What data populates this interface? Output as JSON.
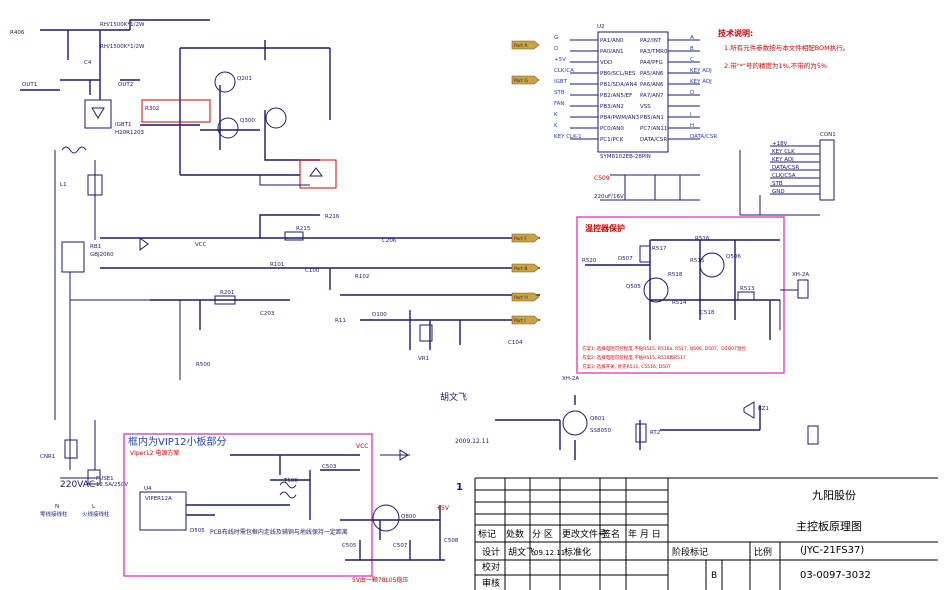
{
  "tech_note": {
    "title": "技术说明:",
    "line1": "1.所有元件参数按与本文件相配BOM执行。",
    "line2": "2.带\"*\"号的精度为1%,不带的为5%"
  },
  "title_block": {
    "company": "九阳股份",
    "drawing_name": "主控板原理图",
    "model": "(JYC-21FS37)",
    "drawing_no": "03-0097-3032",
    "headers": [
      "标记",
      "处数",
      "分 区",
      "更改文件号",
      "签名",
      "年 月 日"
    ],
    "row_design": "设计",
    "designer": "胡文飞",
    "design_date": "09.12.11",
    "standard": "标准化",
    "check": "校对",
    "review": "审核",
    "stage_mark": "阶段标记",
    "scale": "比例",
    "stage_value": "B"
  },
  "annotations": {
    "author": "胡文飞",
    "date": "2009.12.11",
    "temp_protect": "温控器保护",
    "vip12_box": "框内为VIP12小板部分",
    "vip12_sub": "VIper12 电源方案",
    "pcb_note": "PCB布线时需包框内走线及辅铜与地线保持一定距离",
    "v5_note": "5V由一颗78L05稳压",
    "ac_in": "220VAC",
    "page_num": "1",
    "thermal_text_a": "方案1: 选择电阻可控程度,不贴R515, R516a, R517, Q506, D507、D5Q07温控",
    "thermal_text_b": "方案2: 选择电阻可控程度,不贴R515, R516和R517",
    "thermal_text_c": "方案3: 选择开关, 优先R511, C5516, D507"
  },
  "mcu": {
    "ref": "U2",
    "part": "SYM8102EB-28PIN",
    "left_pins": [
      "PA1/AN0",
      "PA0/AN1",
      "VDD",
      "PB0/SCL/RES",
      "PB1/SDA/AN4",
      "PB2/AN5/EF",
      "PB3/AN2",
      "PB4/PWM/AN3",
      "PC0/AN0",
      "PC1/PCK"
    ],
    "right_pins": [
      "PA2/INT",
      "PA3/TMR0",
      "PA4/PFG",
      "PA5/AN6",
      "PA6/AN6",
      "PA7/AN7",
      "VSS",
      "PB5/AN1",
      "PC7/AN11",
      "DATA/CSR"
    ],
    "left_nets": [
      "G",
      "D",
      "+5V",
      "CLK/CA",
      "IGBT",
      "STB",
      "FAN",
      "K",
      "K",
      "KEY CLK-1"
    ],
    "right_nets": [
      "A",
      "B",
      "C",
      "KEY ADJ",
      "KEY ADJ",
      "D",
      "",
      "I",
      "H",
      "DATA/CSR"
    ]
  },
  "connector": {
    "ref": "CON1",
    "pins": [
      "+18V",
      "KEY CLK",
      "KEY ADJ",
      "DATA/CSR",
      "CLK/CSA",
      "STB",
      "GND"
    ]
  },
  "nets_right": [
    "Port A",
    "Port F",
    "Port B",
    "Port H",
    "Port I",
    "Port G"
  ],
  "components": {
    "r406": "R406",
    "r405": "RH/1500K*1/2W",
    "r407": "RH/1500K*1/2W",
    "c4": "C4",
    "out1": "OUT1",
    "out2": "OUT2",
    "igbt1": "IGBT1",
    "h20": "H20R1203",
    "l1": "L1",
    "rb1": "RB1",
    "rb_part": "GBJ2060",
    "r302": "R302",
    "q201": "Q201",
    "q300": "Q300",
    "r216": "R216",
    "r215": "R215",
    "r101": "R101",
    "c100": "C100",
    "r102": "R102",
    "c206": "C206",
    "r201": "R201",
    "c203": "C203",
    "r11": "R11",
    "d100": "D100",
    "vr1": "VR1",
    "c104": "C104",
    "r517": "R517",
    "r516": "R516",
    "q506": "Q506",
    "q505": "Q505",
    "r520": "R520",
    "d507": "D507",
    "r515": "R515",
    "r518": "R518",
    "r514": "R514",
    "r513": "R513",
    "c518": "C518",
    "xh": "XH-2A",
    "q601": "Q601",
    "ss8050": "SS8050",
    "rt2": "RT2",
    "bz": "BZ1",
    "u4": "U4",
    "viper": "VIPER12A",
    "d505": "D505",
    "t500": "T500",
    "c503": "C503",
    "q800": "Q800",
    "c507": "C507",
    "c505": "C505",
    "c508": "C508",
    "v5": "+5V",
    "v18": "+18V",
    "vcc": "VCC",
    "fuse": "FUSE1",
    "fuse_val": "12.5A/250V",
    "cnr1": "CNR1",
    "n": "N",
    "l": "L",
    "l_label": "火线接线柱",
    "n_label": "零线接线柱",
    "c509": "C509",
    "c509_val": "220uF/16V"
  }
}
